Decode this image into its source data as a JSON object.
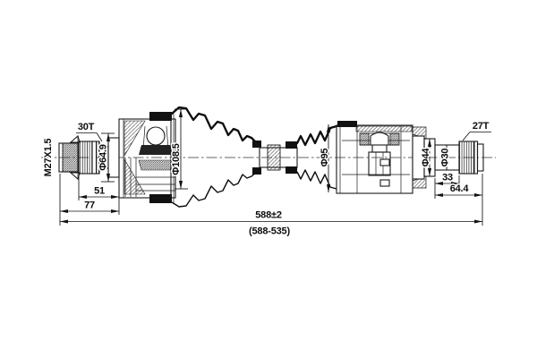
{
  "drawing": {
    "type": "drive-shaft-technical-drawing",
    "colors": {
      "line": "#1a1a1a",
      "text": "#0d0d0d",
      "background": "#ffffff"
    },
    "labels": {
      "thread_spec": "M27X1.5",
      "left_spline_teeth": "30T",
      "left_flange_diameter": "Φ64.9",
      "left_spline_length": "51",
      "left_end_length": "77",
      "left_boot_diameter": "Φ108.5",
      "right_boot_diameter": "Φ95",
      "right_ring_diameter": "Φ44",
      "right_shaft_diameter": "Φ30",
      "right_spline_teeth": "27T",
      "right_shaft_length": "33",
      "right_end_length": "64.4",
      "overall_length": "588±2",
      "overall_length_range": "(588-535)"
    }
  }
}
